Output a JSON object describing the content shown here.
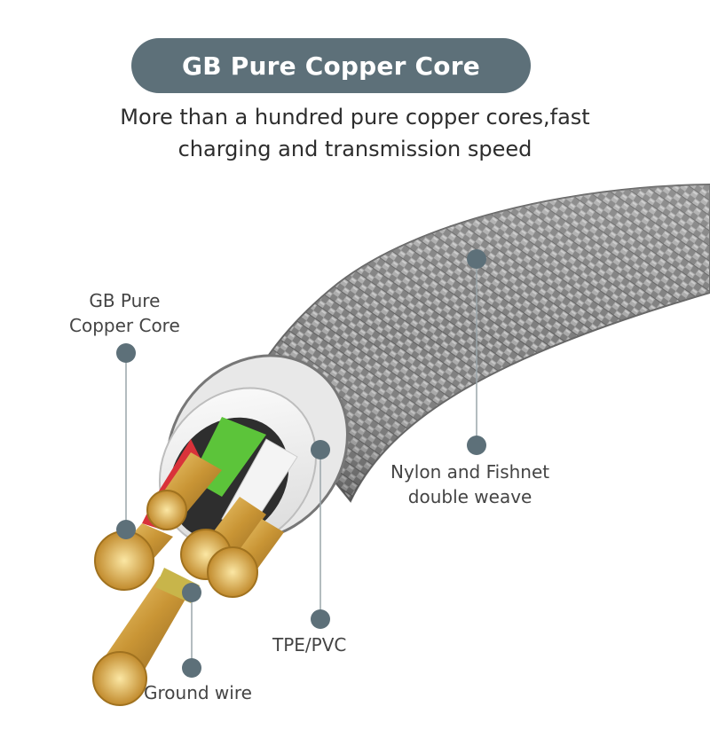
{
  "title": "GB Pure Copper Core",
  "subtitle": {
    "line1": "More than a hundred pure copper cores,fast",
    "line2": "charging and transmission speed"
  },
  "callouts": {
    "copper_core": {
      "line1": "GB Pure",
      "line2": "Copper Core"
    },
    "weave": {
      "line1": "Nylon and Fishnet",
      "line2": "double weave"
    },
    "jacket": {
      "text": "TPE/PVC"
    },
    "ground": {
      "text": "Ground wire"
    }
  },
  "colors": {
    "pill_bg": "#5d7079",
    "callout_dot": "#5d7079",
    "braid": "#8a8a8a",
    "copper": "#d6a640",
    "wire_red": "#d9323a",
    "wire_green": "#5cc43a"
  }
}
